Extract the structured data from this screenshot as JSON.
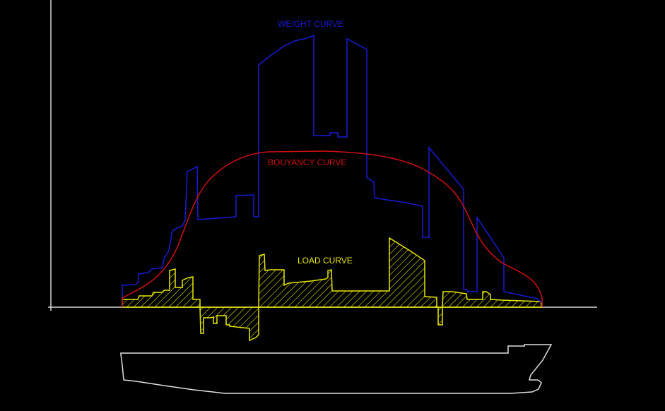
{
  "labels": {
    "weight": "WEIGHT CURVE",
    "buoyancy": "BOUYANCY CURVE",
    "load": "LOAD CURVE"
  },
  "colors": {
    "background": "#000000",
    "axis": "#d8d8d8",
    "weight": "#1a1ad6",
    "buoyancy": "#d01010",
    "load": "#e8e800",
    "hull": "#e0e0e0"
  },
  "chart_data": {
    "type": "line",
    "title": "",
    "xlabel": "",
    "ylabel": "",
    "series": [
      {
        "name": "WEIGHT CURVE",
        "color": "#1a1ad6"
      },
      {
        "name": "BOUYANCY CURVE",
        "color": "#d01010"
      },
      {
        "name": "LOAD CURVE",
        "color": "#e8e800",
        "hatched": true
      }
    ],
    "annotations": [
      "WEIGHT CURVE",
      "BOUYANCY CURVE",
      "LOAD CURVE"
    ],
    "grid": false,
    "note": "Ship longitudinal strength diagram: weight, buoyancy and load curves along the hull length with ship profile below"
  }
}
